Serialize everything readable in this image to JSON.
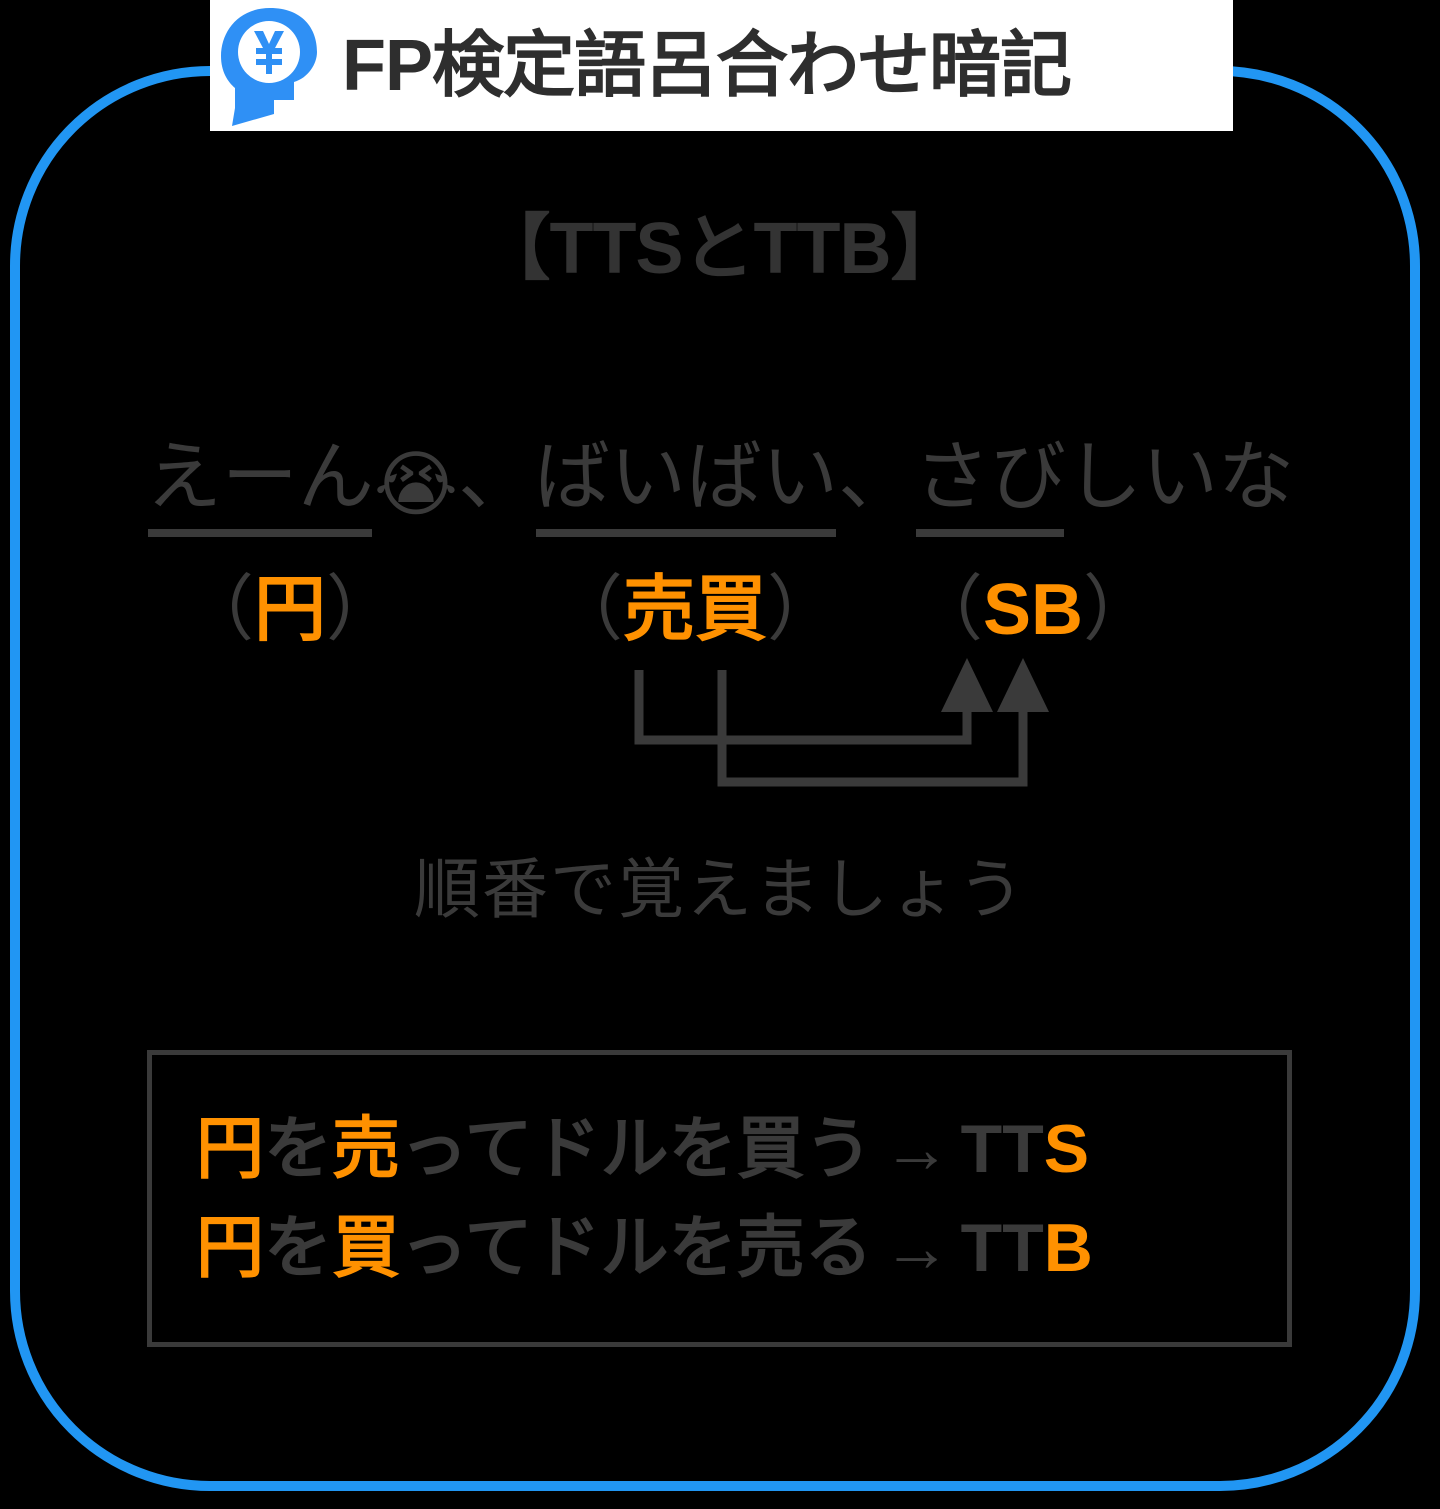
{
  "colors": {
    "background": "#000000",
    "frame_blue": "#2196f3",
    "accent_orange": "#ff9100",
    "text_dark": "#3a3a3a",
    "badge_background": "#ffffff"
  },
  "header": {
    "icon": "yen-head-icon",
    "title": "FP検定語呂合わせ暗記"
  },
  "card": {
    "title": "【TTSとTTB】"
  },
  "mnemonic": {
    "segments": [
      {
        "underlined": "えーん",
        "emoji": "😭",
        "tail": "、"
      },
      {
        "underlined": "ばいばい",
        "emoji": "",
        "tail": "、"
      },
      {
        "underlined": "さび",
        "emoji": "",
        "tail": "しいな"
      }
    ],
    "full_text": "えーん😭、ばいばい、さびしいな"
  },
  "readings": [
    {
      "name": "yen",
      "open": "（",
      "key": "円",
      "close": "）"
    },
    {
      "name": "trade",
      "open": "（",
      "key": "売買",
      "close": "）"
    },
    {
      "name": "sb",
      "open": "（",
      "key": "SB",
      "close": "）"
    }
  ],
  "hint": {
    "text": "順番で覚えましょう"
  },
  "summary": {
    "lines": [
      {
        "parts": [
          {
            "text": "円",
            "style": "key"
          },
          {
            "text": "を",
            "style": "base"
          },
          {
            "text": "売",
            "style": "key"
          },
          {
            "text": "ってドルを買う",
            "style": "base"
          }
        ],
        "arrow": "→",
        "code_base": "TT",
        "code_accent": "S"
      },
      {
        "parts": [
          {
            "text": "円",
            "style": "key"
          },
          {
            "text": "を",
            "style": "base"
          },
          {
            "text": "買",
            "style": "key"
          },
          {
            "text": "ってドルを売る",
            "style": "base"
          }
        ],
        "arrow": "→",
        "code_base": "TT",
        "code_accent": "B"
      }
    ],
    "line1_plain": "円を売ってドルを買う → TTS",
    "line2_plain": "円を買ってドルを売る → TTB"
  },
  "connectors": {
    "description": "two elbow arrows linking 売買 to SB",
    "arrow_count": 2
  }
}
